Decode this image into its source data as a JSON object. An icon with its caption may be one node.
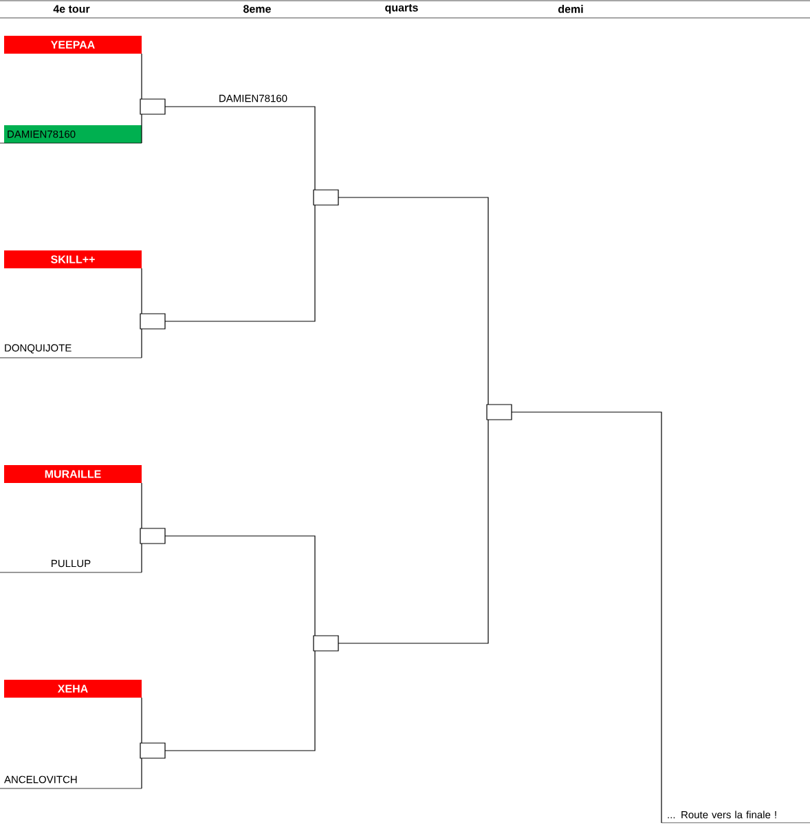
{
  "diagram": {
    "nodes": [
      {
        "text": [
          "YEEPAA"
        ]
      },
      {
        "text": [
          "DAMIEN78160"
        ]
      },
      {
        "text": [
          "SKILL++"
        ]
      },
      {
        "text": [
          "DONQUIJOTE"
        ]
      },
      {
        "text": [
          "MURAILLE"
        ]
      },
      {
        "text": [
          "PULLUP"
        ]
      },
      {
        "text": [
          "XEHA"
        ]
      },
      {
        "text": [
          "ANCELOVITCH"
        ]
      },
      {
        "text": [],
        "shape": "box"
      },
      {
        "text": [],
        "shape": "box"
      },
      {
        "text": [],
        "shape": "box"
      },
      {
        "text": [],
        "shape": "box"
      },
      {
        "text": [],
        "shape": "box"
      },
      {
        "text": [],
        "shape": "box"
      },
      {
        "text": [],
        "shape": "box"
      },
      {
        "text": [
          "... Route vers la finale !"
        ]
      }
    ],
    "edges": [
      {
        "from": 0,
        "to": 8,
        "arrow": "none"
      },
      {
        "from": 1,
        "to": 8,
        "arrow": "none"
      },
      {
        "from": 2,
        "to": 9,
        "arrow": "none"
      },
      {
        "from": 3,
        "to": 9,
        "arrow": "none"
      },
      {
        "from": 4,
        "to": 10,
        "arrow": "none"
      },
      {
        "from": 5,
        "to": 10,
        "arrow": "none"
      },
      {
        "from": 6,
        "to": 11,
        "arrow": "none"
      },
      {
        "from": 7,
        "to": 11,
        "arrow": "none"
      },
      {
        "from": 8,
        "to": 12,
        "arrow": "none",
        "label": "DAMIEN78160"
      },
      {
        "from": 9,
        "to": 12,
        "arrow": "none"
      },
      {
        "from": 10,
        "to": 13,
        "arrow": "none"
      },
      {
        "from": 11,
        "to": 13,
        "arrow": "none"
      },
      {
        "from": 12,
        "to": 14,
        "arrow": "none"
      },
      {
        "from": 13,
        "to": 14,
        "arrow": "none"
      },
      {
        "from": 14,
        "to": 15,
        "arrow": "none"
      }
    ],
    "labels": [
      "4e tour",
      "8eme",
      "quarts",
      "demi"
    ]
  }
}
